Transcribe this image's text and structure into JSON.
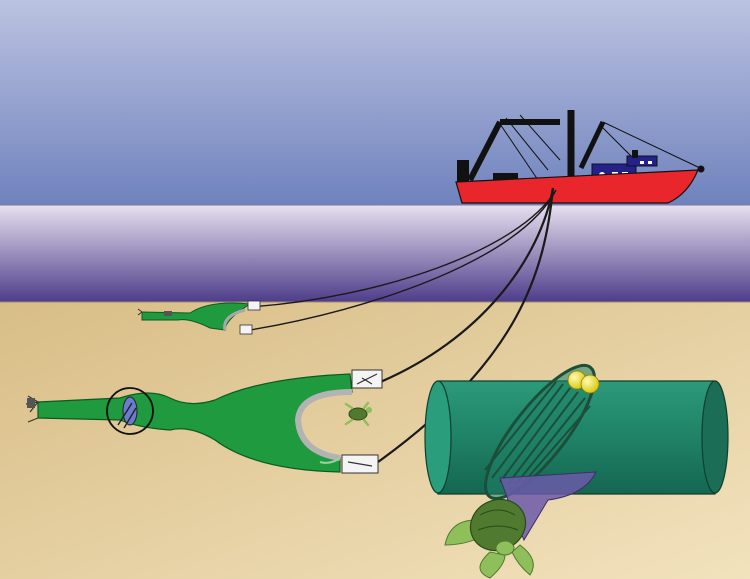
{
  "scene": {
    "subject": "shrimp-trawler-with-turtle-excluder-device",
    "colors": {
      "sky_top": "#bcc3e1",
      "sky_bottom": "#6f82bd",
      "water_top": "#e6e0ef",
      "water_bottom": "#4e3d8a",
      "seabed_top": "#d8bd86",
      "seabed_bottom": "#f2e2bd",
      "hull": "#e8262b",
      "cabin": "#25218a",
      "rigging": "#111111",
      "net": "#1f9a3f",
      "net_dark": "#137a2f",
      "door": "#f4f4f4",
      "ted_cylinder": "#1f8266",
      "ted_grid": "#1b4f3a",
      "float": "#f3e81b",
      "turtle_shell": "#4f7a2f",
      "turtle_skin": "#8fbf5a",
      "escape_flap": "#6b5aa8"
    },
    "layers": [
      "sky",
      "water",
      "seabed",
      "trawler",
      "warps",
      "trawl-nets",
      "otter-doors",
      "ted-cutaway",
      "turtles"
    ]
  }
}
